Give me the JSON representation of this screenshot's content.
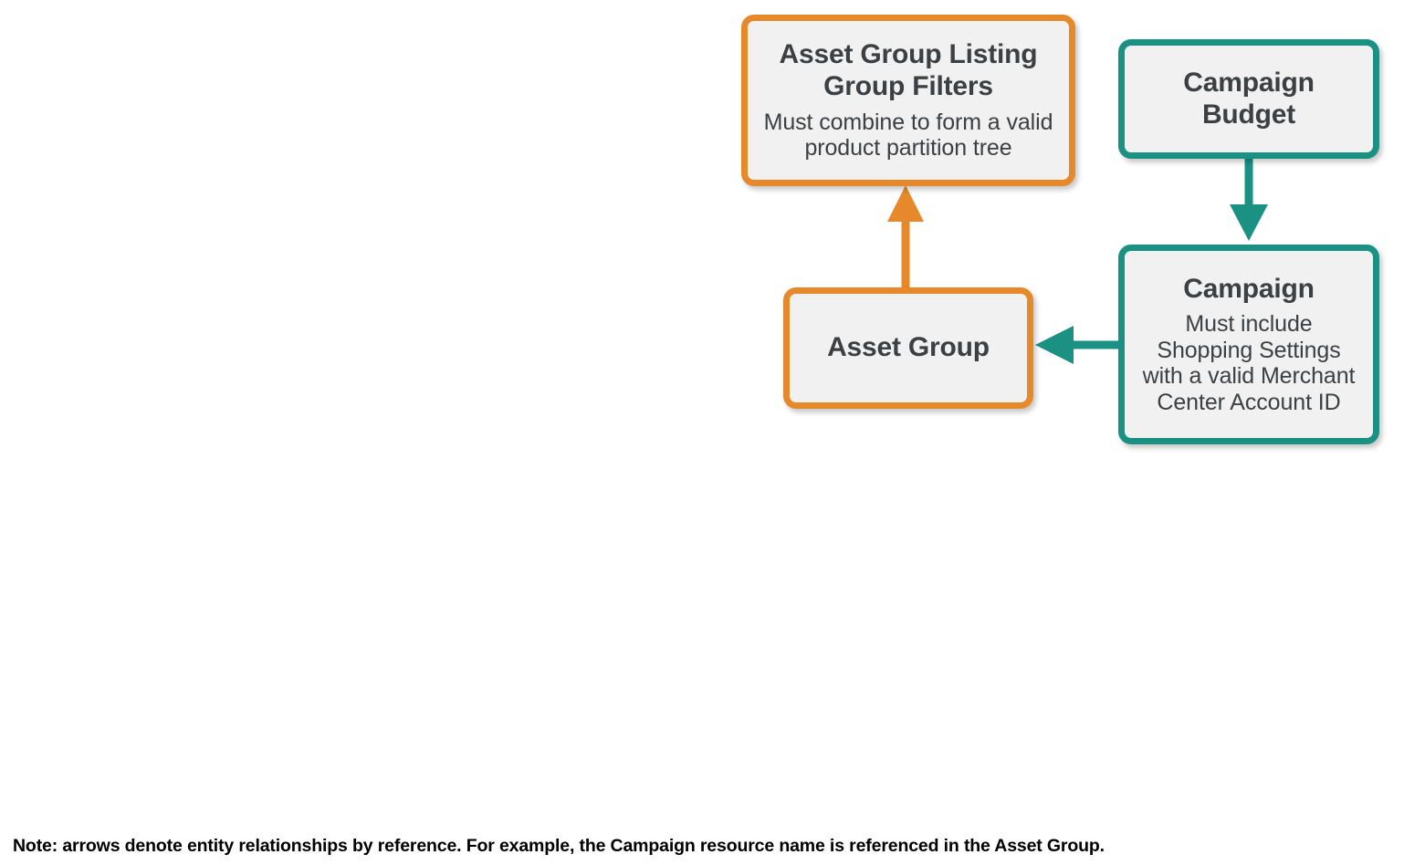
{
  "diagram": {
    "colors": {
      "orange": "#e5892a",
      "teal": "#1b9184",
      "node_fill": "#f1f1f1",
      "text": "#3c4043",
      "footnote_text": "#000000",
      "background": "#ffffff"
    },
    "nodes": [
      {
        "id": "asset-group-listing-group-filters",
        "title": "Asset Group Listing Group Filters",
        "subtitle": "Must combine to form a valid product partition tree",
        "color": "orange"
      },
      {
        "id": "campaign-budget",
        "title": "Campaign Budget",
        "subtitle": "",
        "color": "teal"
      },
      {
        "id": "asset-group",
        "title": "Asset Group",
        "subtitle": "",
        "color": "orange"
      },
      {
        "id": "campaign",
        "title": "Campaign",
        "subtitle": "Must include Shopping Settings with a valid Merchant Center Account ID",
        "color": "teal"
      }
    ],
    "edges": [
      {
        "id": "asset-group-to-listing-group-filters",
        "from": "asset-group",
        "to": "asset-group-listing-group-filters",
        "color": "orange",
        "direction": "up"
      },
      {
        "id": "campaign-budget-to-campaign",
        "from": "campaign-budget",
        "to": "campaign",
        "color": "teal",
        "direction": "down"
      },
      {
        "id": "campaign-to-asset-group",
        "from": "campaign",
        "to": "asset-group",
        "color": "teal",
        "direction": "left"
      }
    ],
    "footnote": "Note: arrows denote entity relationships by reference. For example, the Campaign resource name is referenced in the Asset Group."
  }
}
